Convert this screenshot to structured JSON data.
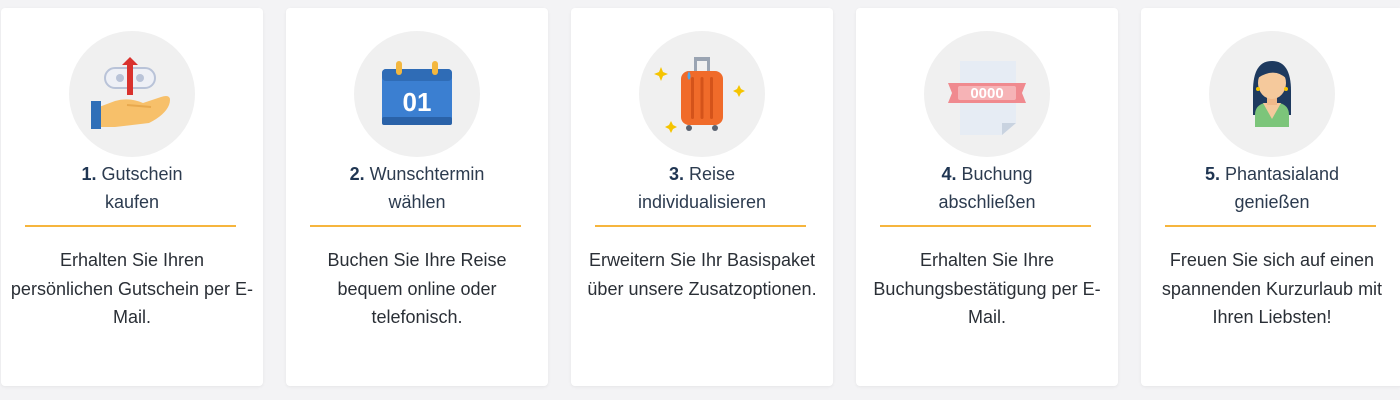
{
  "steps": [
    {
      "number": "1.",
      "title": "Gutschein",
      "title_line2": "kaufen",
      "description": "Erhalten Sie Ihren persönlichen Gutschein per E-Mail.",
      "icon": "gift-voucher-hand-icon"
    },
    {
      "number": "2.",
      "title": "Wunschtermin",
      "title_line2": "wählen",
      "description": "Buchen Sie Ihre Reise bequem online oder telefonisch.",
      "icon": "calendar-icon",
      "icon_text": "01"
    },
    {
      "number": "3.",
      "title": "Reise",
      "title_line2": "individualisieren",
      "description": "Erweitern Sie Ihr Basispaket über unsere Zusatzoptionen.",
      "icon": "suitcase-icon"
    },
    {
      "number": "4.",
      "title": "Buchung",
      "title_line2": "abschließen",
      "description": "Erhalten Sie Ihre Buchungsbestätigung per E-Mail.",
      "icon": "booking-ticket-icon",
      "icon_text": "0000"
    },
    {
      "number": "5.",
      "title": "Phantasialand",
      "title_line2": "genießen",
      "description": "Freuen Sie sich auf einen spannenden Kurzurlaub mit Ihren Liebsten!",
      "icon": "person-icon"
    }
  ],
  "colors": {
    "accent_line": "#f6b53d",
    "title_text": "#2c3b4f",
    "card_bg": "#ffffff",
    "page_bg": "#f3f3f5"
  }
}
